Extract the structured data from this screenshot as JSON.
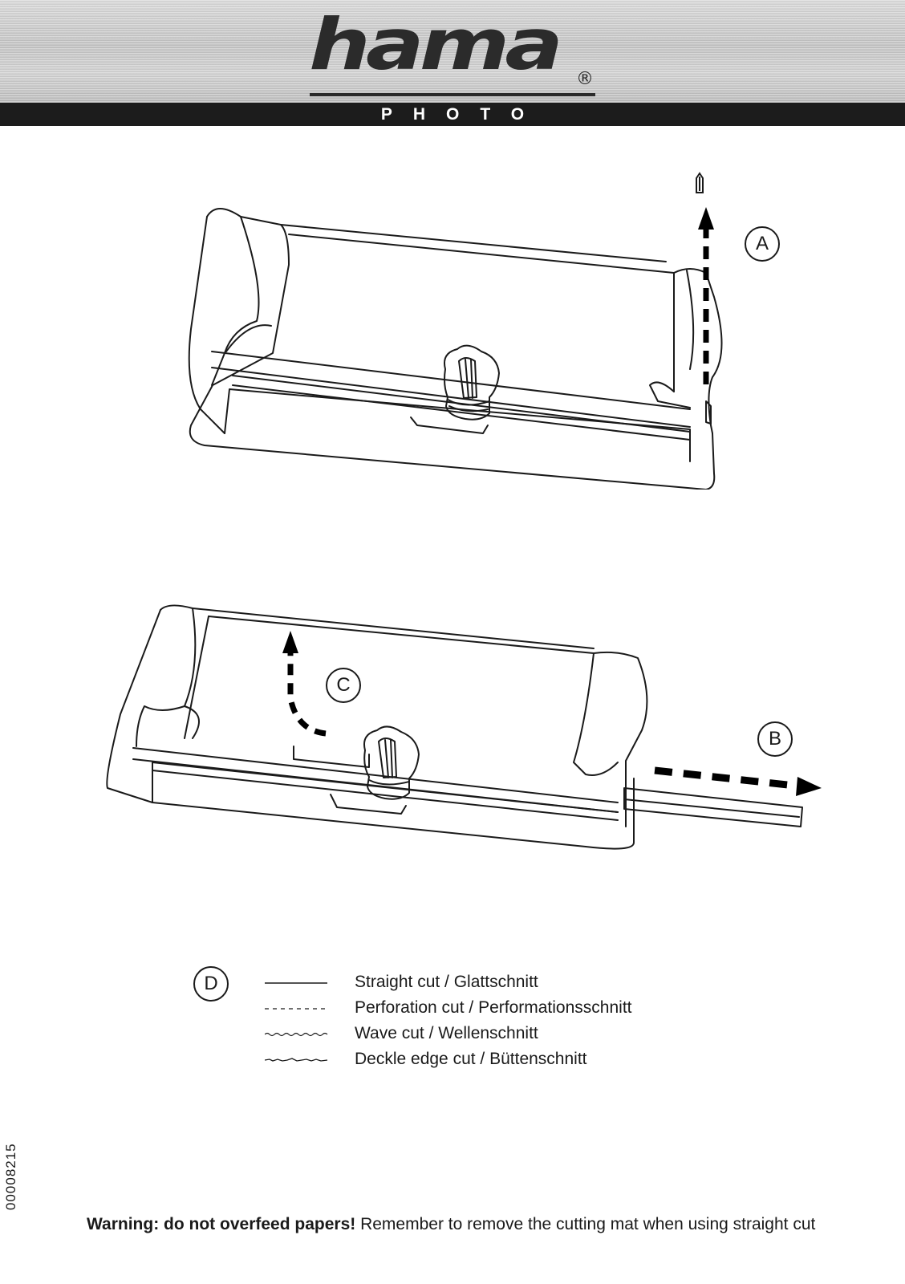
{
  "header": {
    "brand": "hama",
    "registered_mark": "®",
    "sub_brand": "PHOTO",
    "bar_color": "#1c1c1c"
  },
  "figure_top": {
    "label_a": "A"
  },
  "figure_bottom": {
    "label_c": "C",
    "label_b": "B"
  },
  "legend": {
    "label": "D",
    "items": [
      {
        "style": "straight",
        "text": "Straight cut / Glattschnitt"
      },
      {
        "style": "perforation",
        "text": "Perforation cut / Performationsschnitt"
      },
      {
        "style": "wave",
        "text": "Wave cut / Wellenschnitt"
      },
      {
        "style": "deckle",
        "text": "Deckle edge cut / Büttenschnitt"
      }
    ]
  },
  "side_code": "00008215",
  "warning": {
    "bold": "Warning: do not overfeed papers!",
    "normal": " Remember to remove the cutting mat when using straight cut"
  }
}
